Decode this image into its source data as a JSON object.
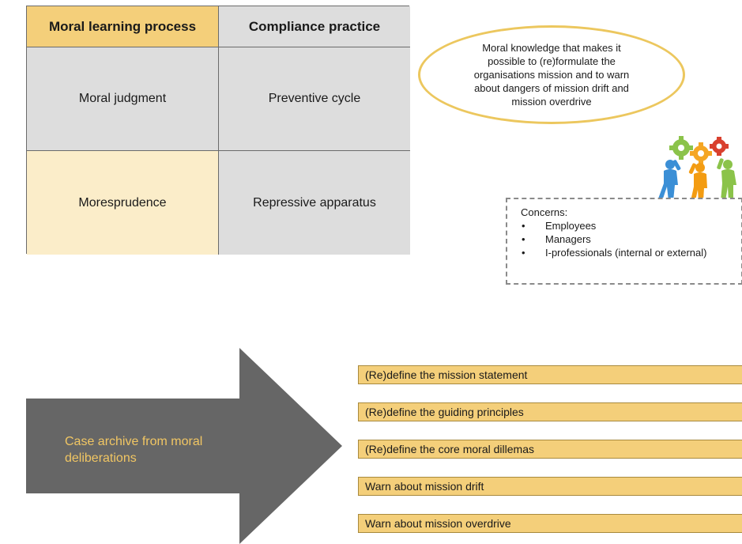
{
  "table": {
    "headers": [
      "Moral learning process",
      "Compliance practice"
    ],
    "rows": [
      [
        "Moral judgment",
        "Preventive cycle"
      ],
      [
        "Moresprudence",
        "Repressive apparatus"
      ]
    ]
  },
  "ellipse": {
    "text": "Moral knowledge that makes it possible to (re)formulate the organisations mission and to warn about dangers of mission drift and mission overdrive"
  },
  "concerns": {
    "title": "Concerns:",
    "items": [
      "Employees",
      "Managers",
      "I-professionals (internal or external)"
    ]
  },
  "arrow": {
    "text": "Case archive from moral deliberations"
  },
  "actions": [
    "(Re)define the mission statement",
    "(Re)define the guiding principles",
    "(Re)define the core moral dillemas",
    "Warn about mission drift",
    "Warn about mission overdrive"
  ],
  "colors": {
    "yellow": "#f4cf7a",
    "light_yellow": "#fbedc9",
    "grey": "#dddddd",
    "arrow": "#666666",
    "arrow_text": "#f1c663",
    "ellipse_border": "#ecc75e"
  },
  "icons": [
    "people-with-gears-icon"
  ]
}
